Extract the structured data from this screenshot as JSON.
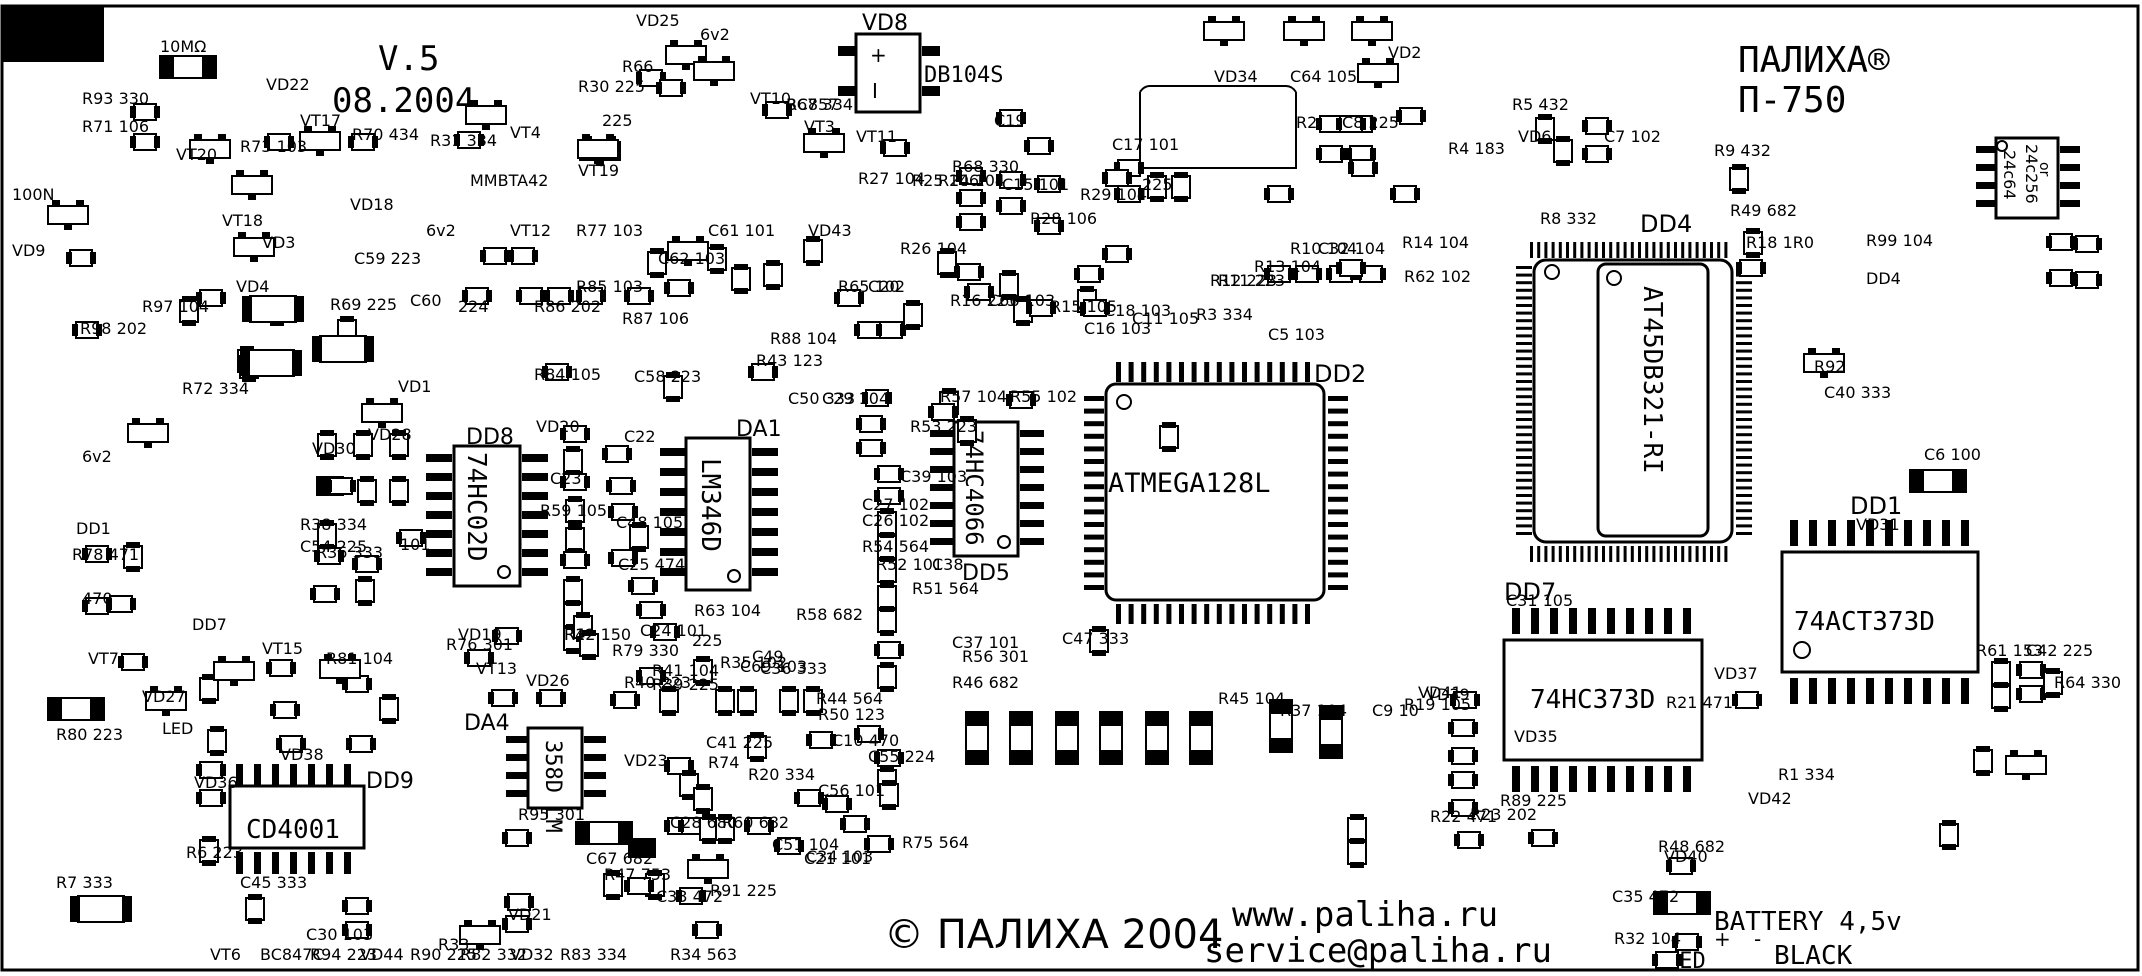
{
  "header": {
    "version": "V.5",
    "date": "08.2004",
    "brand_line1": "ПАЛИХА®",
    "brand_line2": "П-750"
  },
  "footer": {
    "copyright": "© ПАЛИХА 2004",
    "website": "www.paliha.ru",
    "email": "service@paliha.ru",
    "battery": "BATTERY 4,5v",
    "battery_black": "BLACK",
    "battery_red": "RED",
    "battery_plus": "+",
    "battery_minus": "-"
  },
  "chips": {
    "dd2": {
      "ref": "DD2",
      "part": "ATMEGA128L"
    },
    "dd4": {
      "ref": "DD4",
      "part": "AT45DB321-RI"
    },
    "dd1": {
      "ref": "DD1",
      "part": "74ACT373D"
    },
    "dd7": {
      "ref": "DD7",
      "part": "74HC373D"
    },
    "dd8": {
      "ref": "DD8",
      "part": "74HC02D"
    },
    "da1": {
      "ref": "DA1",
      "part": "LM346D"
    },
    "dd5": {
      "ref": "DD5",
      "part": "74HC4066"
    },
    "dd9": {
      "ref": "DD9",
      "part": "CD4001"
    },
    "da4": {
      "ref": "DA4",
      "part": "358D LM"
    },
    "vd8": {
      "ref": "VD8",
      "part": "DB104S"
    },
    "eeprom": {
      "part1": "24c256",
      "part2": "or",
      "part3": "24c64"
    }
  },
  "labels": [
    "R93 330",
    "R71 106",
    "VT20",
    "VT17",
    "R70 434",
    "VT4",
    "R31 334",
    "MMBTA42",
    "VD25",
    "6v2",
    "R66",
    "R30 225",
    "225",
    "VT10",
    "R67 334",
    "VT3",
    "BC857",
    "VD22",
    "10MΩ",
    "100N",
    "VD9",
    "R73 103",
    "VT18",
    "VT19",
    "VD18",
    "6v2",
    "VT12",
    "R77 103",
    "C61 101",
    "C62 103",
    "VD43",
    "VT11",
    "C19",
    "R68 330",
    "R27 104",
    "R25 106",
    "R24 104",
    "C15 101",
    "R29 104",
    "C17 101",
    "225",
    "R2",
    "C8 225",
    "R4 183",
    "R5 432",
    "VD6",
    "C7 102",
    "R8 332",
    "R9 432",
    "VD34",
    "C64 105",
    "VD2",
    "VD3",
    "VD4",
    "R69 225",
    "C59 223",
    "C60",
    "224",
    "R86 202",
    "R85 103",
    "R87 106",
    "R88 104",
    "R65 102",
    "C20",
    "R16 225",
    "C66 103",
    "R26 104",
    "R28 106",
    "R15 105",
    "C18 103",
    "C16 103",
    "C11 105",
    "R3 334",
    "R12 223",
    "R11 223",
    "C5 103",
    "R13 104",
    "R10 104",
    "C32 104",
    "R14 104",
    "R62 102",
    "R49 682",
    "R18 1R0",
    "R99 104",
    "DD4",
    "R97 104",
    "R98 202",
    "R72 334",
    "R84 105",
    "C58 223",
    "R43 123",
    "C50 333",
    "R57 104",
    "R55 102",
    "C29 104",
    "R53 223",
    "R92",
    "C40 333",
    "VD1",
    "6v2",
    "VD30",
    "VD28",
    "VD20",
    "C23",
    "C22",
    "R59 105",
    "C48 105",
    "R1",
    "R42 150",
    "C25 474",
    "C39 103",
    "C27 102",
    "C26 102",
    "R54 564",
    "R52 101",
    "C38",
    "R51 564",
    "C37 101",
    "R56 301",
    "R46 682",
    "C47 333",
    "C6 100",
    "VD31",
    "DD1",
    "R78 471",
    "C54 225",
    "R38 334",
    "R36 333",
    "101",
    "470",
    "VD19",
    "R76 301",
    "R79 330",
    "R41 104",
    "C24 101",
    "225",
    "R63 104",
    "C49",
    "R58 682",
    "R61 153",
    "C42 225",
    "R64 330",
    "C31 105",
    "DD7",
    "VT15",
    "R81 104",
    "VT7",
    "R80 223",
    "LED",
    "VD27",
    "VT13",
    "VD26",
    "R40 223",
    "R39 225",
    "R35 102",
    "C69 103",
    "C36 333",
    "R50 123",
    "R44 564",
    "R45 104",
    "R37 104",
    "C9 10",
    "R19 105",
    "VD41",
    "VD39",
    "VD37",
    "VD35",
    "R21 471",
    "R89 225",
    "R22 471",
    "R23 202",
    "R1 334",
    "VD42",
    "VD40",
    "VD38",
    "VD36",
    "R6 223",
    "R7 333",
    "C45 333",
    "C30 103",
    "VD23",
    "C41 225",
    "R74",
    "R20 334",
    "C10 470",
    "C55 224",
    "C56 101",
    "R75 564",
    "C21 101",
    "R95 301",
    "C67 682",
    "C28 680",
    "R60 682",
    "C51 104",
    "C34 103",
    "R47 753",
    "C33 472",
    "R91 225",
    "VD21",
    "R33",
    "R34 563",
    "R48 682",
    "C35 472",
    "R32 104",
    "VT6",
    "BC847C",
    "R94 223",
    "VD44",
    "R90 225",
    "R82 332",
    "VD32",
    "R83 334"
  ]
}
